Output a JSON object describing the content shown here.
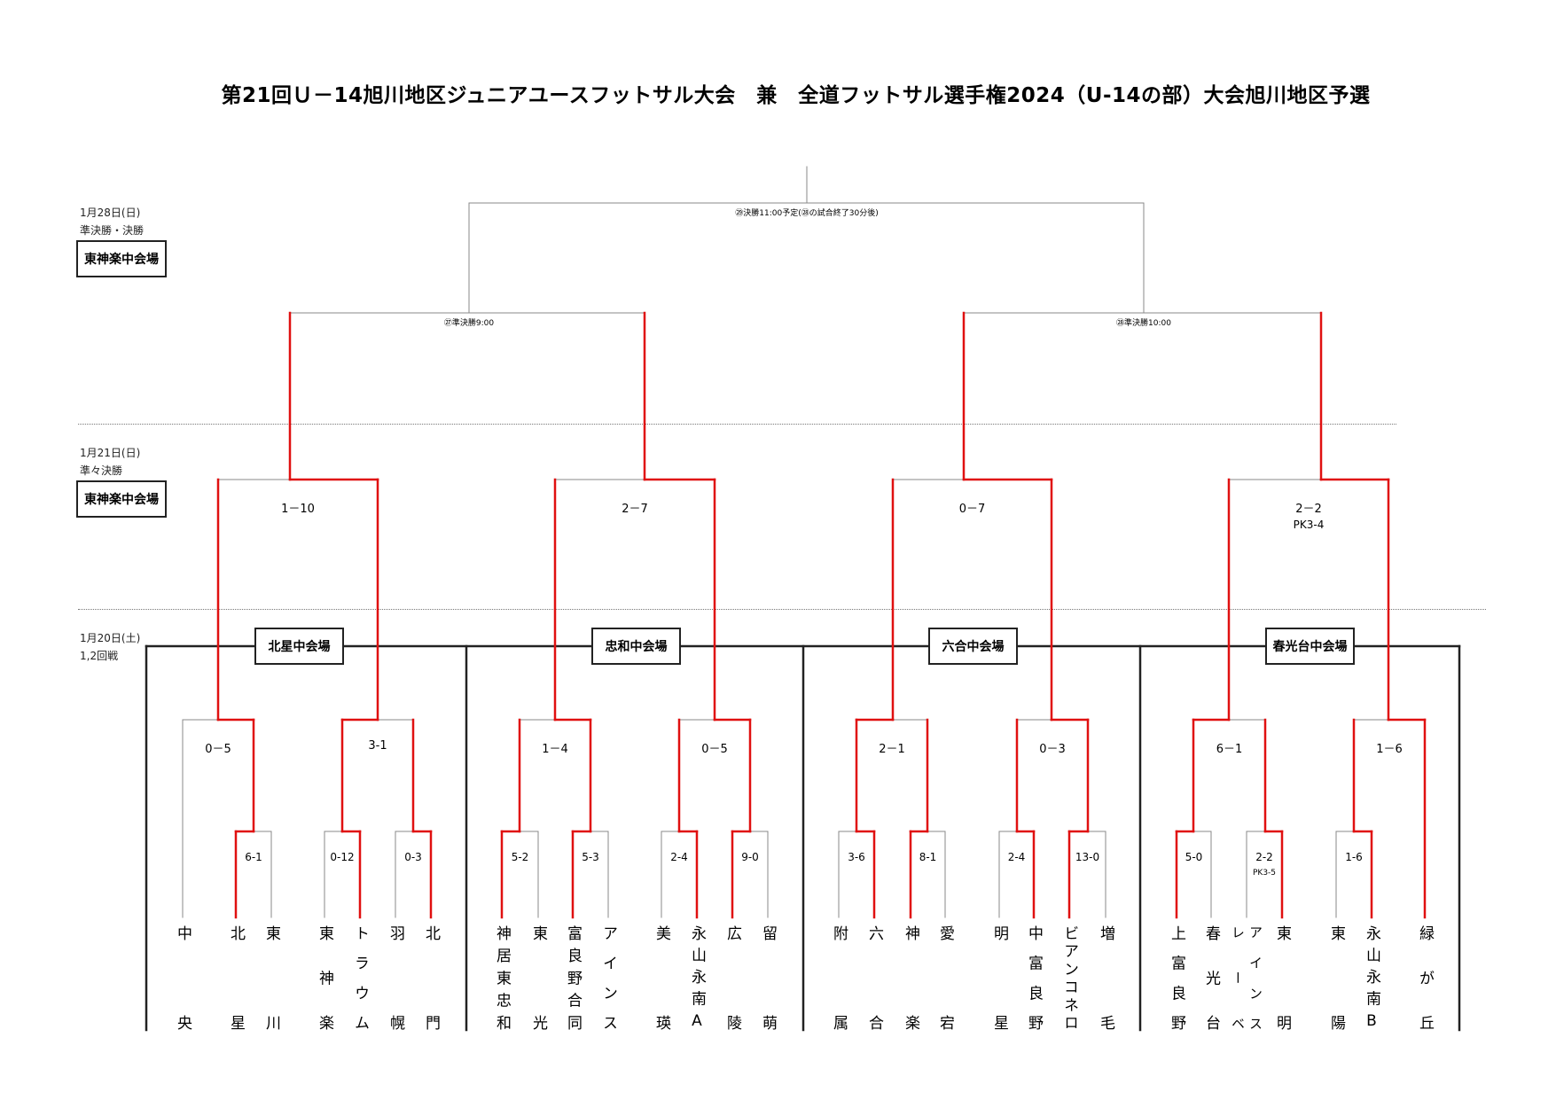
{
  "title": "第21回Ｕ－14旭川地区ジュニアユースフットサル大会　兼　全道フットサル選手権2024（U-14の部）大会旭川地区予選",
  "schedule": [
    {
      "date": "1月28日(日)",
      "round": "準決勝・決勝",
      "venue": "東神楽中会場"
    },
    {
      "date": "1月21日(日)",
      "round": "準々決勝",
      "venue": "東神楽中会場"
    },
    {
      "date": "1月20日(土)",
      "round": "1,2回戦"
    }
  ],
  "venues": [
    "北星中会場",
    "忠和中会場",
    "六合中会場",
    "春光台中会場"
  ],
  "colors": {
    "winner_path": "#e01010",
    "line": "#888888",
    "frame": "#222222"
  },
  "teams": [
    {
      "name": "中央"
    },
    {
      "name": "北星"
    },
    {
      "name": "東川"
    },
    {
      "name": "東神楽"
    },
    {
      "name": "トラウム"
    },
    {
      "name": "羽幌"
    },
    {
      "name": "北門"
    },
    {
      "name": "神居東忠和"
    },
    {
      "name": "東光"
    },
    {
      "name": "富良野合同"
    },
    {
      "name": "アインス"
    },
    {
      "name": "美瑛"
    },
    {
      "name": "永山永南A"
    },
    {
      "name": "広陵"
    },
    {
      "name": "留萌"
    },
    {
      "name": "附属"
    },
    {
      "name": "六合"
    },
    {
      "name": "神楽"
    },
    {
      "name": "愛宕"
    },
    {
      "name": "明星"
    },
    {
      "name": "中富良野"
    },
    {
      "name": "ビアンコネロ"
    },
    {
      "name": "増毛"
    },
    {
      "name": "上富良野"
    },
    {
      "name": "春光台"
    },
    {
      "cols": [
        "レーベ",
        "アインス"
      ]
    },
    {
      "name": "東明"
    },
    {
      "name": "東陽"
    },
    {
      "name": "永山永南B"
    },
    {
      "name": "緑が丘"
    }
  ],
  "matches": {
    "final": {
      "note": "㉙決勝11:00予定(㉘の試合終了30分後)",
      "winner": null
    },
    "sf1": {
      "note": "㉗準決勝9:00",
      "winner": null
    },
    "sf2": {
      "note": "㉘準決勝10:00",
      "winner": null
    },
    "qf1": {
      "score": "1－10",
      "winner": "right"
    },
    "qf2": {
      "score": "2－7",
      "winner": "right"
    },
    "qf3": {
      "score": "0－7",
      "winner": "right"
    },
    "qf4": {
      "score": "2－2",
      "pk": "PK3-4",
      "winner": "right"
    },
    "r2a": {
      "score": "0－5",
      "winner": "right"
    },
    "r2b": {
      "score": "3-1",
      "winner": "left"
    },
    "r2c": {
      "score": "1－4",
      "winner": "right"
    },
    "r2d": {
      "score": "0－5",
      "winner": "right"
    },
    "r2e": {
      "score": "2－1",
      "winner": "left"
    },
    "r2f": {
      "score": "0－3",
      "winner": "right"
    },
    "r2g": {
      "score": "6－1",
      "winner": "left"
    },
    "r2h": {
      "score": "1－6",
      "winner": "right"
    },
    "r1a": {
      "score": "6-1",
      "winner": "left"
    },
    "r1b": {
      "score": "0-12",
      "winner": "right"
    },
    "r1c": {
      "score": "0-3",
      "winner": "right"
    },
    "r1d": {
      "score": "5-2",
      "winner": "left"
    },
    "r1e": {
      "score": "5-3",
      "winner": "left"
    },
    "r1f": {
      "score": "2-4",
      "winner": "right"
    },
    "r1g": {
      "score": "9-0",
      "winner": "left"
    },
    "r1h": {
      "score": "3-6",
      "winner": "right"
    },
    "r1i": {
      "score": "8-1",
      "winner": "left"
    },
    "r1j": {
      "score": "2-4",
      "winner": "right"
    },
    "r1k": {
      "score": "13-0",
      "winner": "left"
    },
    "r1l": {
      "score": "5-0",
      "winner": "left"
    },
    "r1m": {
      "score": "2-2",
      "pk": "PK3-5",
      "winner": "right"
    },
    "r1n": {
      "score": "1-6",
      "winner": "right"
    }
  }
}
